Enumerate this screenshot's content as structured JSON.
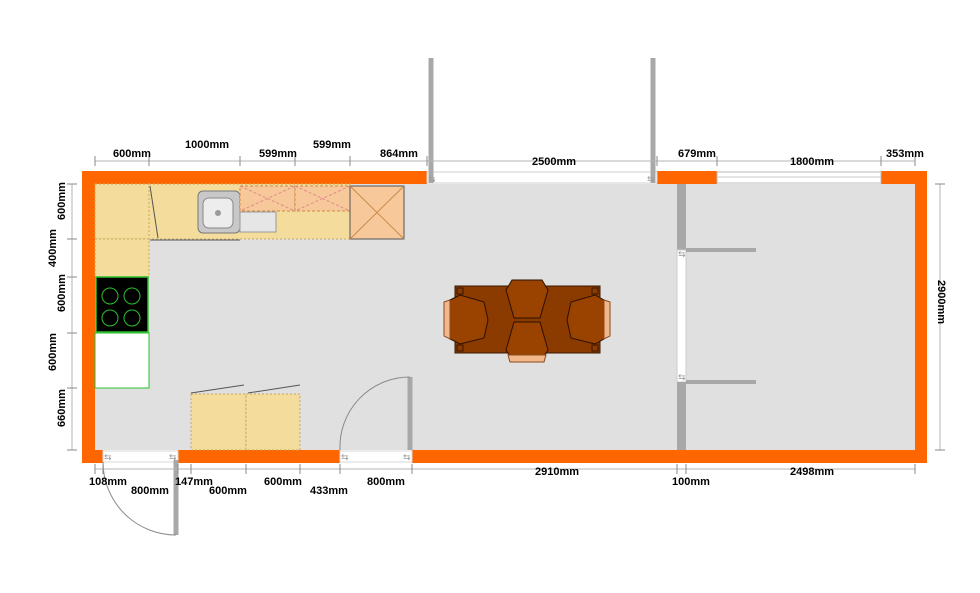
{
  "plan": {
    "colors": {
      "wall": "#ff6600",
      "floor": "#e0e0e0",
      "counter": "#f3dc9c",
      "counter_border": "#c9a85c",
      "upper_cabinet": "#f7c99a",
      "hob": "#000000",
      "hob_outline": "#2dbf2d",
      "table": "#8b3a00",
      "chair": "#9a4300",
      "partition": "#a8a8a8"
    },
    "dimensions_top": [
      "600mm",
      "1000mm",
      "599mm",
      "599mm",
      "864mm",
      "2500mm",
      "679mm",
      "1800mm",
      "353mm"
    ],
    "dimensions_bottom": [
      "108mm",
      "800mm",
      "147mm",
      "600mm",
      "600mm",
      "433mm",
      "800mm",
      "2910mm",
      "100mm",
      "2498mm"
    ],
    "dimensions_left": [
      "600mm",
      "400mm",
      "600mm",
      "600mm",
      "660mm"
    ],
    "dimensions_right": [
      "2900mm"
    ],
    "door_icons": {
      "arrow_glyph": "⇆"
    }
  }
}
